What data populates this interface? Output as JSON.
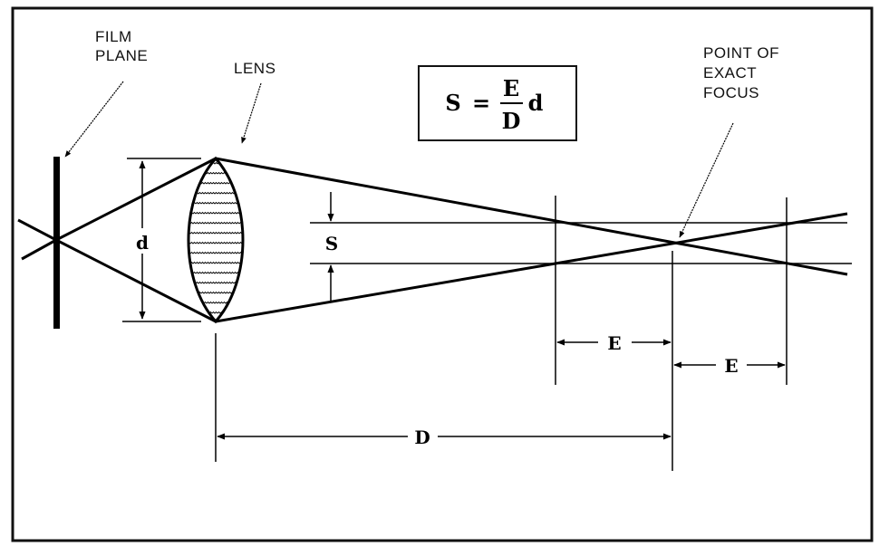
{
  "labels": {
    "film_plane": [
      "FILM",
      "PLANE"
    ],
    "lens": "LENS",
    "point_of_exact_focus": [
      "POINT OF",
      "EXACT",
      "FOCUS"
    ],
    "aperture": "d",
    "spacing": "S",
    "distance": "D",
    "depth_left": "E",
    "depth_right": "E"
  },
  "formula": {
    "lhs": "S",
    "equals": "=",
    "numerator": "E",
    "denominator": "D",
    "factor": "d"
  },
  "colors": {
    "ink": "#000000",
    "background": "#ffffff",
    "frame": "#111111"
  }
}
